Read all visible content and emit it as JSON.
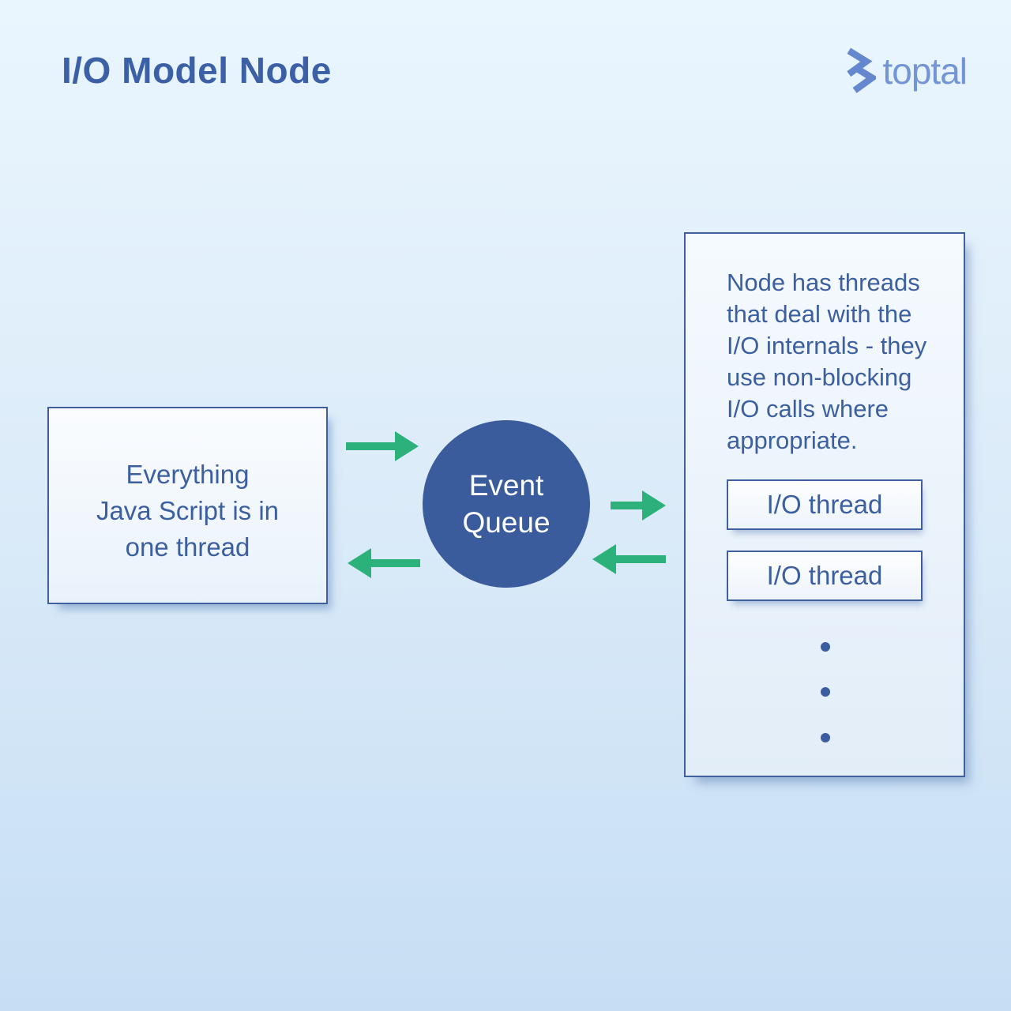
{
  "title": "I/O Model Node",
  "logo": {
    "text": "toptal"
  },
  "colors": {
    "title_blue": "#3c60a6",
    "text_blue": "#3c5fa0",
    "border_blue": "#3f5f9e",
    "circle_blue": "#3a5c9d",
    "arrow_green": "#2db17a",
    "logo_blue": "#7394d5",
    "background_top": "#eaf6fe",
    "background_bottom": "#c6def4"
  },
  "left_box": {
    "lines": [
      "Everything",
      "Java Script is in",
      "one thread"
    ]
  },
  "event_queue": {
    "lines": [
      "Event",
      "Queue"
    ]
  },
  "arrows": [
    {
      "name": "box-to-queue-arrow",
      "direction": "right"
    },
    {
      "name": "queue-to-box-arrow",
      "direction": "left"
    },
    {
      "name": "queue-to-threads-arrow",
      "direction": "right"
    },
    {
      "name": "threads-to-queue-arrow",
      "direction": "left"
    }
  ],
  "right_panel": {
    "description_lines": [
      "Node has threads",
      "that deal with the",
      "I/O internals - they",
      "use non-blocking",
      "I/O calls where",
      "appropriate."
    ],
    "threads": [
      {
        "label": "I/O thread"
      },
      {
        "label": "I/O thread"
      }
    ],
    "ellipsis_dots": 3
  }
}
